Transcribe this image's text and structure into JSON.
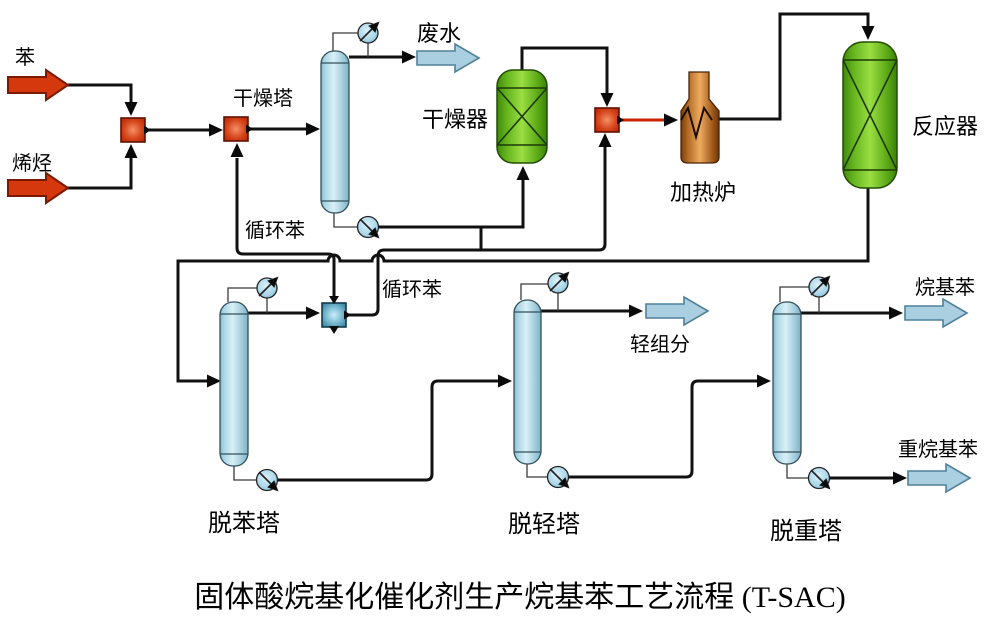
{
  "diagram": {
    "labels": {
      "benzene": "苯",
      "olefin": "烯烃",
      "drying_tower": "干燥塔",
      "wastewater": "废水",
      "dryer": "干燥器",
      "recycle_benzene_1": "循环苯",
      "recycle_benzene_2": "循环苯",
      "furnace": "加热炉",
      "reactor": "反应器",
      "light_components": "轻组分",
      "alkylbenzene": "烷基苯",
      "heavy_alkylbenzene": "重烷基苯",
      "debenzene_tower": "脱苯塔",
      "delighting_tower": "脱轻塔",
      "deheavying_tower": "脱重塔",
      "title": "固体酸烷基化催化剂生产烷基苯工艺流程 (T-SAC)"
    },
    "equipment": [
      {
        "name": "干燥塔",
        "type": "column"
      },
      {
        "name": "干燥器",
        "type": "packed-vessel"
      },
      {
        "name": "加热炉",
        "type": "furnace"
      },
      {
        "name": "反应器",
        "type": "packed-vessel"
      },
      {
        "name": "脱苯塔",
        "type": "column"
      },
      {
        "name": "脱轻塔",
        "type": "column"
      },
      {
        "name": "脱重塔",
        "type": "column"
      }
    ],
    "streams": [
      {
        "label": "苯",
        "role": "feed"
      },
      {
        "label": "烯烃",
        "role": "feed"
      },
      {
        "label": "废水",
        "role": "product"
      },
      {
        "label": "循环苯",
        "role": "recycle to 干燥塔 feed mixer"
      },
      {
        "label": "循环苯",
        "role": "recycle to 加热炉 feed mixer"
      },
      {
        "label": "轻组分",
        "role": "product"
      },
      {
        "label": "烷基苯",
        "role": "product"
      },
      {
        "label": "重烷基苯",
        "role": "product"
      }
    ],
    "colors": {
      "line": "#111111",
      "thin_line": "#3a3a3a",
      "hot_line": "#cc2200",
      "input_arrow_fill": "#d6380e",
      "input_arrow_stroke": "#7a1a00",
      "output_arrow_fill": "#a9cfe0",
      "output_arrow_stroke": "#4f819a",
      "column_fill": "#c6e6f0",
      "vessel_green": "#7cc92e",
      "furnace_orange": "#d98c3f",
      "mixer_red": "#d6451a",
      "mixer_blue": "#5ea6c0",
      "pump_fill": "#a9d6e8"
    }
  }
}
